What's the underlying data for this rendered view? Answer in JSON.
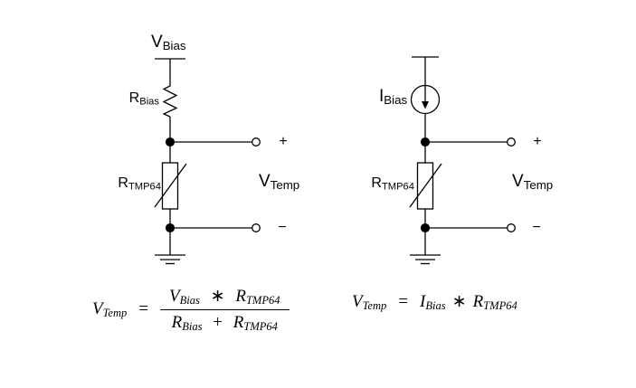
{
  "diagram": {
    "left_circuit": {
      "supply_label": {
        "main": "V",
        "sub": "Bias"
      },
      "resistor_label": {
        "main": "R",
        "sub": "Bias"
      },
      "thermistor_label": {
        "main": "R",
        "sub": "TMP64"
      },
      "output_label": {
        "main": "V",
        "sub": "Temp"
      },
      "plus": "+",
      "minus": "−"
    },
    "right_circuit": {
      "source_label": {
        "main": "I",
        "sub": "Bias"
      },
      "thermistor_label": {
        "main": "R",
        "sub": "TMP64"
      },
      "output_label": {
        "main": "V",
        "sub": "Temp"
      },
      "plus": "+",
      "minus": "−"
    }
  },
  "formulas": {
    "left": {
      "lhs": {
        "main": "V",
        "sub": "Temp"
      },
      "equals": "=",
      "numerator": {
        "term1": {
          "main": "V",
          "sub": "Bias"
        },
        "operator": "∗",
        "term2": {
          "main": "R",
          "sub": "TMP64"
        }
      },
      "denominator": {
        "term1": {
          "main": "R",
          "sub": "Bias"
        },
        "operator": "+",
        "term2": {
          "main": "R",
          "sub": "TMP64"
        }
      }
    },
    "right": {
      "lhs": {
        "main": "V",
        "sub": "Temp"
      },
      "equals": "=",
      "term1": {
        "main": "I",
        "sub": "Bias"
      },
      "operator": "∗",
      "term2": {
        "main": "R",
        "sub": "TMP64"
      }
    }
  },
  "colors": {
    "stroke": "#000000",
    "background": "#ffffff"
  }
}
